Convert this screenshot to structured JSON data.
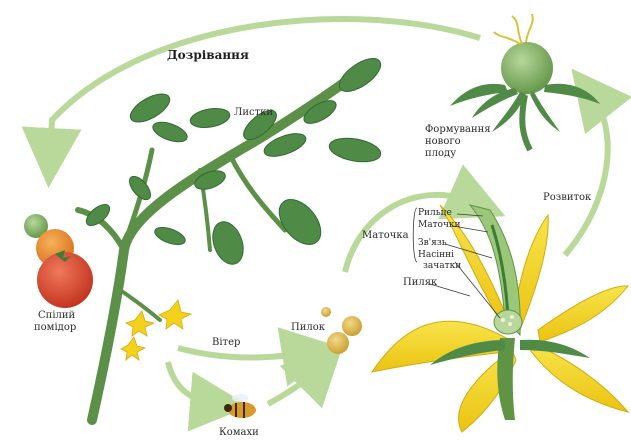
{
  "diagram": {
    "title": "Дозрівання",
    "labels": {
      "leaves": "Листки",
      "ripe_tomato": [
        "Спілий",
        "помідор"
      ],
      "pollen": "Пилок",
      "wind": "Вітер",
      "insects": "Комахи",
      "new_fruit": [
        "Формування",
        "нового",
        "плоду"
      ],
      "development": "Розвиток",
      "pistil_group": "Маточка",
      "stigma": "Рильце",
      "pistil": "Маточки",
      "style": "Зв'язь",
      "ovules": [
        "Насінні",
        "зачатки"
      ],
      "anther": "Пиляк"
    },
    "colors": {
      "arrow": "#b9d99a",
      "leaf": "#4f8a47",
      "leaf_dark": "#2f6a33",
      "tomato_red": "#d8442c",
      "tomato_orange": "#e58a2e",
      "petal": "#f2d21b",
      "pollen": "#d9b545",
      "green_fruit": "#7cae5f"
    }
  }
}
